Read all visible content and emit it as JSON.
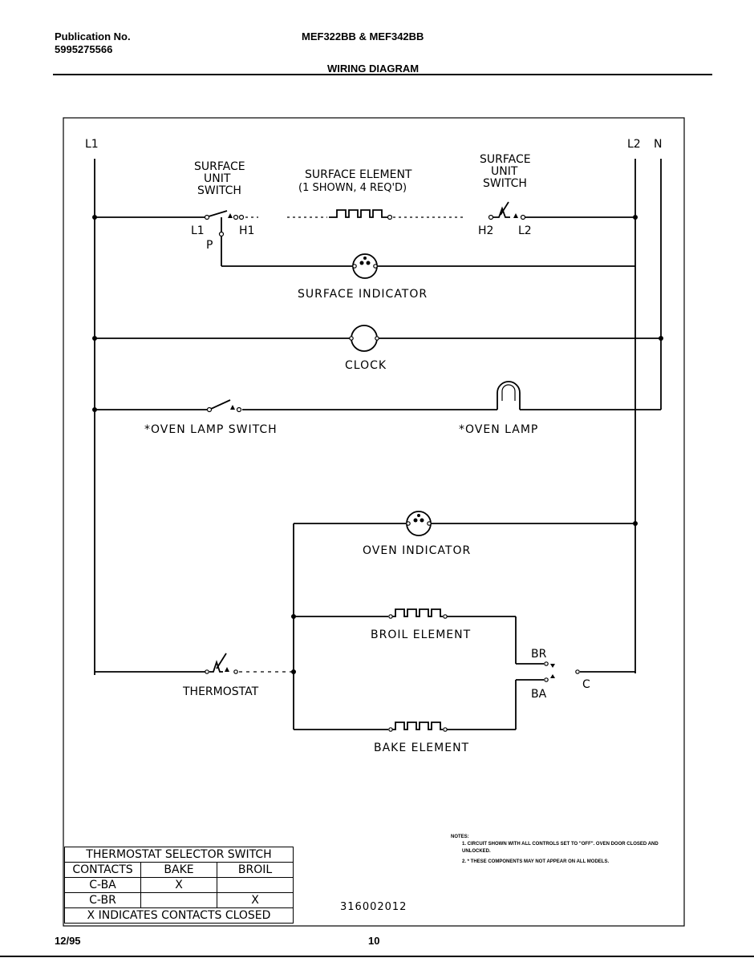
{
  "header": {
    "publication_label": "Publication No.",
    "publication_number": "5995275566",
    "models": "MEF322BB & MEF342BB",
    "title": "WIRING DIAGRAM"
  },
  "diagram": {
    "line_l1": "L1",
    "line_l2": "L2",
    "neutral": "N",
    "surface_switch_left": [
      "SURFACE",
      "UNIT",
      "SWITCH"
    ],
    "surface_switch_right": [
      "SURFACE",
      "UNIT",
      "SWITCH"
    ],
    "surface_element": [
      "SURFACE ELEMENT",
      "(1 SHOWN, 4 REQ'D)"
    ],
    "terminal_l1": "L1",
    "terminal_h1": "H1",
    "terminal_p": "P",
    "terminal_h2": "H2",
    "terminal_l2": "L2",
    "surface_indicator": "SURFACE INDICATOR",
    "clock": "CLOCK",
    "oven_lamp_switch": "*OVEN LAMP SWITCH",
    "oven_lamp": "*OVEN LAMP",
    "oven_indicator": "OVEN INDICATOR",
    "broil_element": "BROIL ELEMENT",
    "bake_element": "BAKE ELEMENT",
    "thermostat": "THERMOSTAT",
    "contact_br": "BR",
    "contact_ba": "BA",
    "contact_c": "C"
  },
  "selector_table": {
    "title": "THERMOSTAT SELECTOR SWITCH",
    "headers": [
      "CONTACTS",
      "BAKE",
      "BROIL"
    ],
    "rows": [
      [
        "C-BA",
        "X",
        ""
      ],
      [
        "C-BR",
        "",
        "X"
      ]
    ],
    "footer": "X INDICATES CONTACTS CLOSED"
  },
  "notes": {
    "heading": "NOTES:",
    "items": [
      "1. CIRCUIT SHOWN WITH ALL CONTROLS SET TO \"OFF\". OVEN DOOR CLOSED AND UNLOCKED.",
      "2. * THESE COMPONENTS MAY NOT APPEAR ON ALL MODELS."
    ]
  },
  "part_number": "316002012",
  "footer": {
    "date": "12/95",
    "page": "10"
  }
}
